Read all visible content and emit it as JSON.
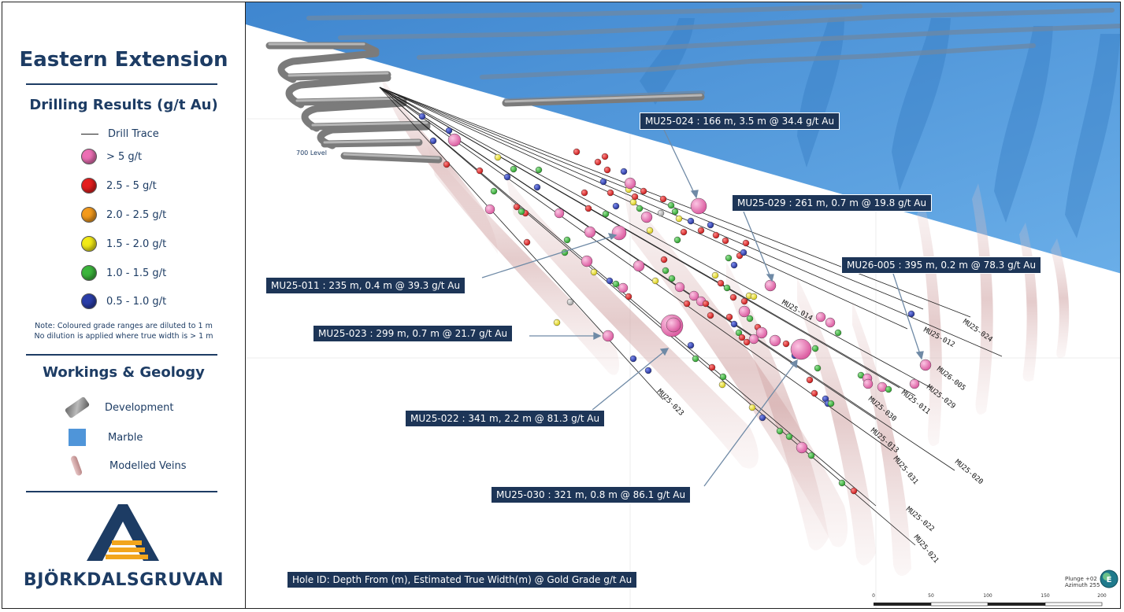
{
  "sidebar": {
    "title": "Eastern Extension",
    "subtitle": "Drilling Results (g/t Au)",
    "drill_trace_label": "Drill Trace",
    "grades": [
      {
        "label": "> 5 g/t",
        "color": "#ec6fb4"
      },
      {
        "label": "2.5 - 5 g/t",
        "color": "#e41e1e"
      },
      {
        "label": "2.0 - 2.5 g/t",
        "color": "#f39a1c"
      },
      {
        "label": "1.5 - 2.0 g/t",
        "color": "#f2ea16"
      },
      {
        "label": "1.0 - 1.5 g/t",
        "color": "#3bb53b"
      },
      {
        "label": "0.5 - 1.0 g/t",
        "color": "#2b3ea8"
      }
    ],
    "note_line1": "Note: Coloured grade ranges are diluted to 1 m",
    "note_line2": "No dilution is applied where true width is > 1 m",
    "geology_title": "Workings & Geology",
    "geology_items": [
      {
        "label": "Development",
        "icon": "development-icon"
      },
      {
        "label": "Marble",
        "icon": "marble-icon",
        "color": "#4f95d9"
      },
      {
        "label": "Modelled Veins",
        "icon": "veins-icon",
        "color": "#c79a9a"
      }
    ],
    "logo_text": "BJÖRKDALSGRUVAN"
  },
  "map": {
    "level_label": "700 Level",
    "footer_note": "Hole ID: Depth From (m), Estimated True Width(m) @ Gold Grade g/t Au",
    "orientation": "Plunge +02\nAzimuth 255",
    "scale_ticks": [
      "0",
      "50",
      "100",
      "150",
      "200"
    ],
    "callouts": [
      {
        "id": "MU25-024",
        "text": "MU25-024 : 166 m, 3.5 m @ 34.4 g/t Au"
      },
      {
        "id": "MU25-029",
        "text": "MU25-029 : 261 m, 0.7 m @ 19.8 g/t Au"
      },
      {
        "id": "MU26-005",
        "text": "MU26-005 : 395 m, 0.2 m @ 78.3 g/t Au"
      },
      {
        "id": "MU25-011",
        "text": "MU25-011 : 235 m, 0.4 m @ 39.3 g/t Au"
      },
      {
        "id": "MU25-023",
        "text": "MU25-023 : 299 m, 0.7 m @ 21.7 g/t Au"
      },
      {
        "id": "MU25-022",
        "text": "MU25-022 : 341 m, 2.2 m @ 81.3 g/t Au"
      },
      {
        "id": "MU25-030",
        "text": "MU25-030 : 321 m, 0.8 m @ 86.1 g/t Au"
      }
    ],
    "hole_labels": [
      "MU25-023",
      "MU25-014",
      "MU25-012",
      "MU25-024",
      "MU26-005",
      "MU25-029",
      "MU25-011",
      "MU25-030",
      "MU25-013",
      "MU25-031",
      "MU25-020",
      "MU25-022",
      "MU25-021"
    ]
  }
}
